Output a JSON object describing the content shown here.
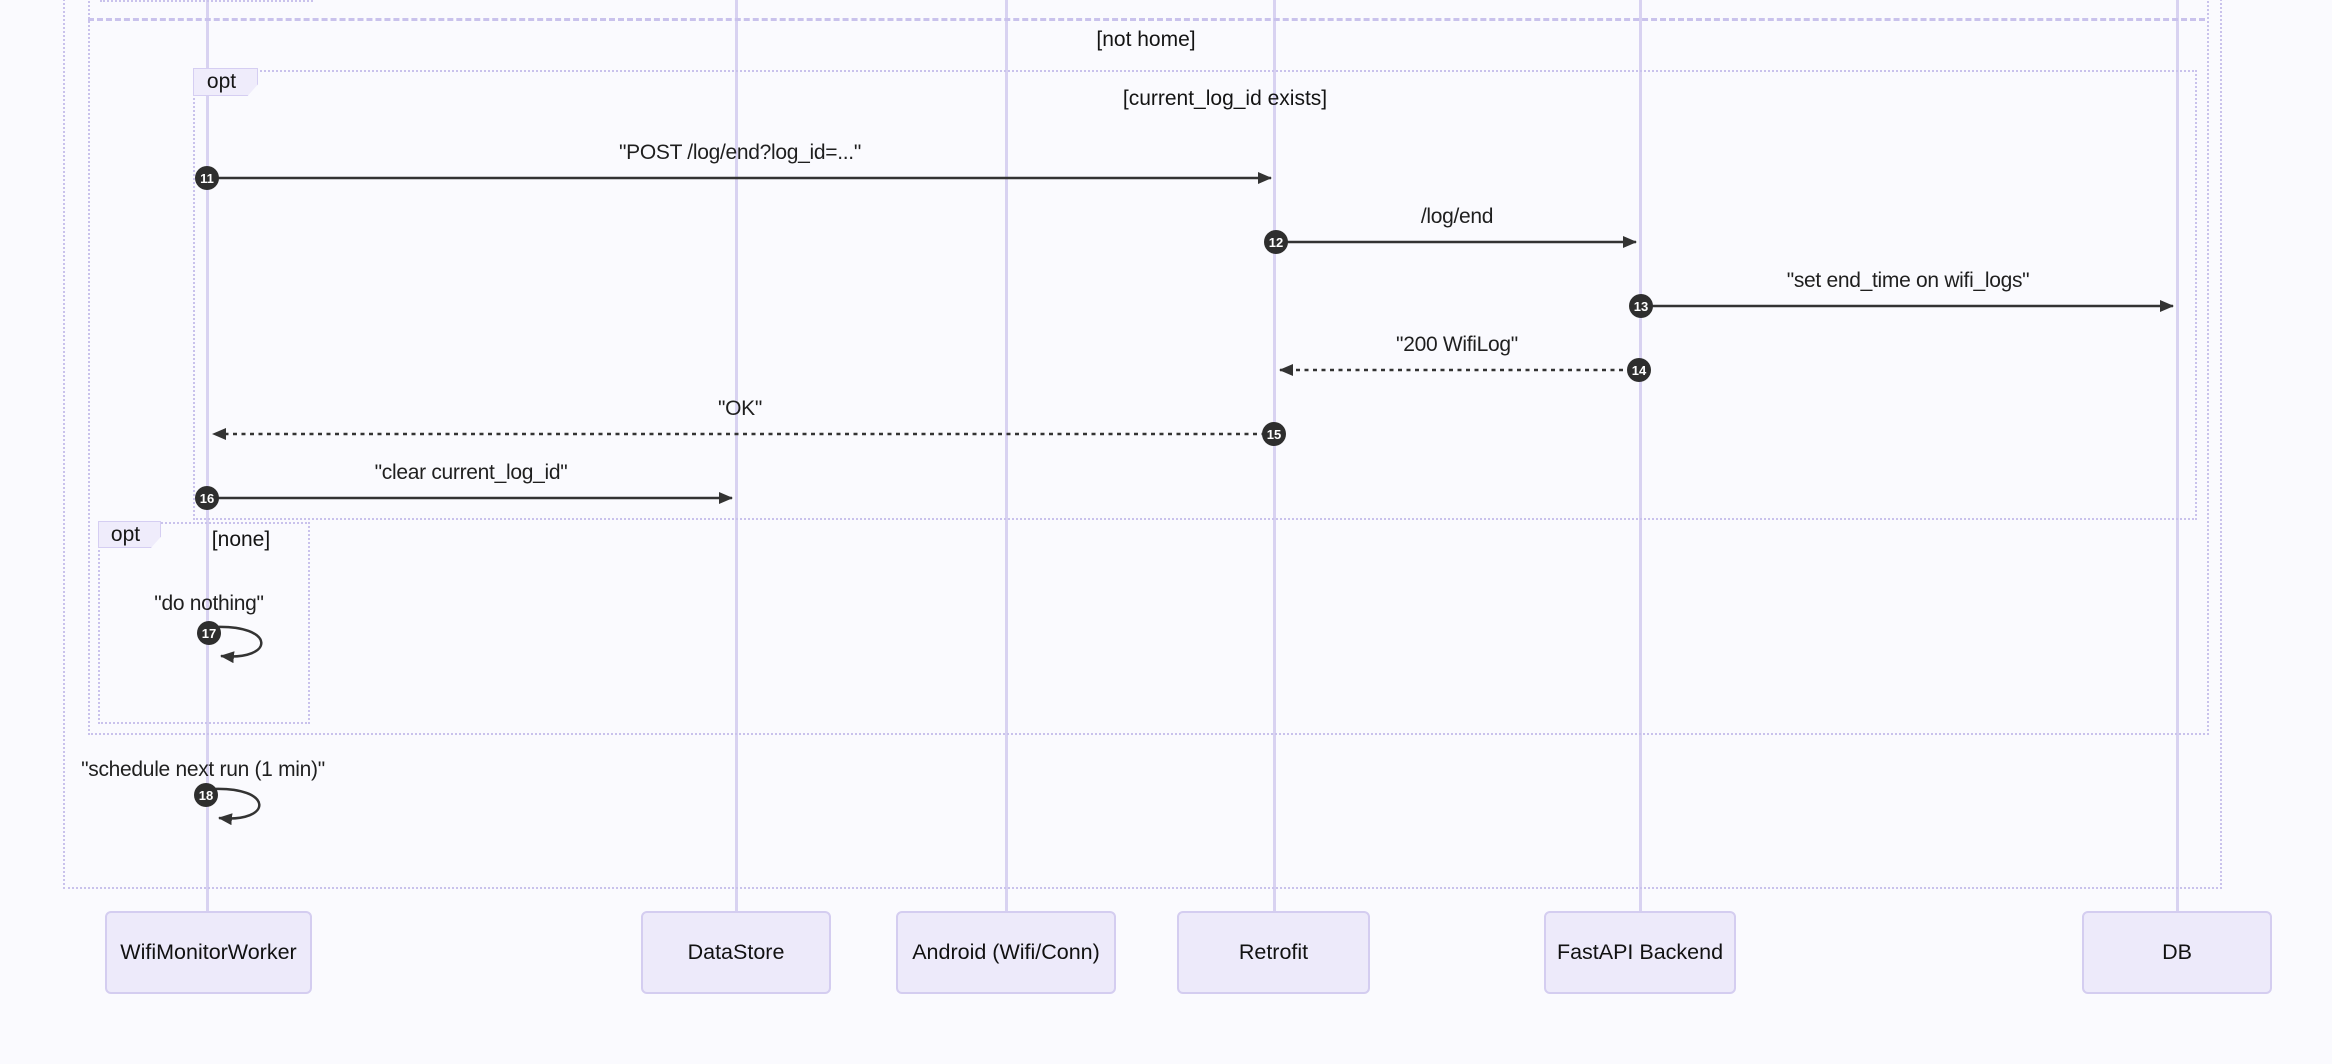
{
  "diagram_type": "sequence-diagram",
  "colors": {
    "background": "#fafafe",
    "lifeline": "#d8d2f1",
    "frame_border": "#c9c2ec",
    "participant_fill": "#edeafa",
    "participant_border": "#d4cdf0",
    "opt_label_fill": "#efecfb",
    "arrow": "#333333",
    "badge_fill": "#2e2e2e",
    "text": "#1f1f1f"
  },
  "frames": {
    "alt_else_guard": "[not home]",
    "opt_current": {
      "label": "opt",
      "guard": "[current_log_id exists]"
    },
    "opt_none": {
      "label": "opt",
      "guard": "[none]"
    }
  },
  "participants": [
    {
      "label": "WifiMonitorWorker"
    },
    {
      "label": "DataStore"
    },
    {
      "label": "Android (Wifi/Conn)"
    },
    {
      "label": "Retrofit"
    },
    {
      "label": "FastAPI Backend"
    },
    {
      "label": "DB"
    }
  ],
  "messages": [
    {
      "num": "11",
      "label": "\"POST /log/end?log_id=...\"",
      "from": "WifiMonitorWorker",
      "to": "Retrofit",
      "line": "solid"
    },
    {
      "num": "12",
      "label": "/log/end",
      "from": "Retrofit",
      "to": "FastAPI Backend",
      "line": "solid"
    },
    {
      "num": "13",
      "label": "\"set end_time on wifi_logs\"",
      "from": "FastAPI Backend",
      "to": "DB",
      "line": "solid"
    },
    {
      "num": "14",
      "label": "\"200 WifiLog\"",
      "from": "FastAPI Backend",
      "to": "Retrofit",
      "line": "dashed"
    },
    {
      "num": "15",
      "label": "\"OK\"",
      "from": "Retrofit",
      "to": "WifiMonitorWorker",
      "line": "dashed"
    },
    {
      "num": "16",
      "label": "\"clear current_log_id\"",
      "from": "WifiMonitorWorker",
      "to": "DataStore",
      "line": "solid"
    },
    {
      "num": "17",
      "label": "\"do nothing\"",
      "from": "WifiMonitorWorker",
      "to": "WifiMonitorWorker",
      "line": "self"
    },
    {
      "num": "18",
      "label": "\"schedule next run (1 min)\"",
      "from": "WifiMonitorWorker",
      "to": "WifiMonitorWorker",
      "line": "self"
    }
  ]
}
